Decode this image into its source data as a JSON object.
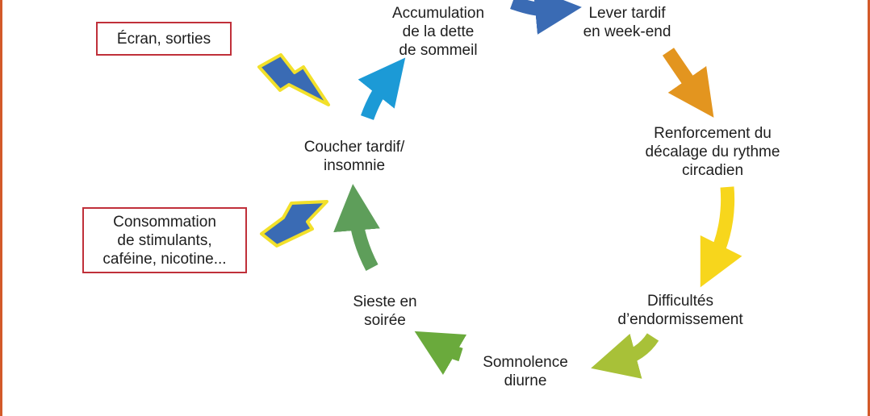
{
  "cycle": {
    "stages": [
      {
        "text": "Accumulation\nde la dette\nde sommeil"
      },
      {
        "text": "Lever tardif\nen week-end"
      },
      {
        "text": "Renforcement du\ndécalage du rythme\ncircadien"
      },
      {
        "text": "Difficultés\nd’endormissement"
      },
      {
        "text": "Somnolence\ndiurne"
      },
      {
        "text": "Sieste en\nsoirée"
      },
      {
        "text": "Coucher tardif/\ninsomnie"
      }
    ],
    "arrow_colors": [
      "#3a6bb4",
      "#e3951f",
      "#f7d61c",
      "#a8c138",
      "#6aaa3c",
      "#5e9e5a",
      "#1c9ad6"
    ]
  },
  "factors": [
    {
      "text": "Écran, sorties"
    },
    {
      "text": "Consommation\nde stimulants,\ncaféine, nicotine..."
    }
  ],
  "colors": {
    "frame": "#d35a2a",
    "factor_border": "#c0303a",
    "bolt_fill": "#3a6bb4",
    "bolt_outline": "#f2e02a"
  }
}
